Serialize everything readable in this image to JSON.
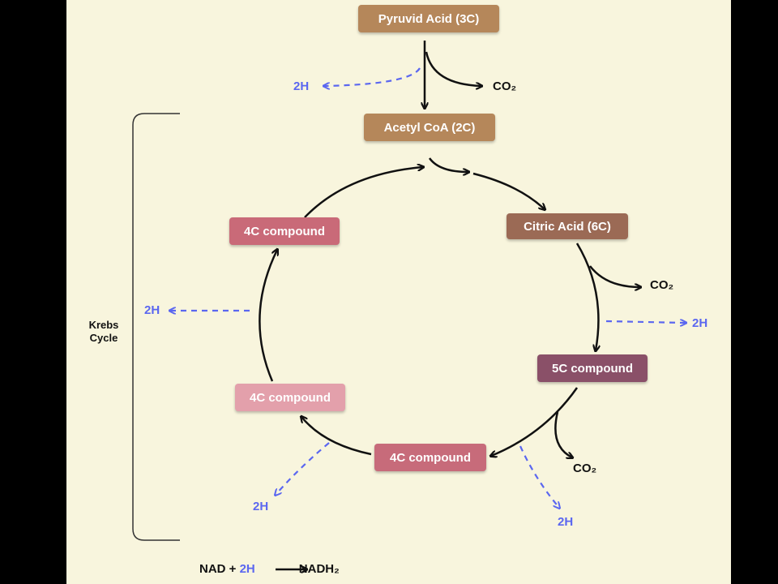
{
  "boxes": {
    "pyruvid": {
      "label": "Pyruvid Acid (3C)",
      "color": "#b5875a"
    },
    "acetyl": {
      "label": "Acetyl CoA (2C)",
      "color": "#b5875a"
    },
    "citric": {
      "label": "Citric Acid (6C)",
      "color": "#9b6a55"
    },
    "c5": {
      "label": "5C compound",
      "color": "#8a5068"
    },
    "c4_bottom": {
      "label": "4C compound",
      "color": "#c76b7a"
    },
    "c4_left": {
      "label": "4C compound",
      "color": "#e3a0ab"
    },
    "c4_topleft": {
      "label": "4C compound",
      "color": "#c96a78"
    }
  },
  "labels": {
    "co2": "CO₂",
    "h2": "2H"
  },
  "bracket_label_line1": "Krebs",
  "bracket_label_line2": "Cycle",
  "equation": {
    "nad": "NAD + ",
    "h2": "2H",
    "nadh2": "NADH₂"
  },
  "colors": {
    "background": "#f8f5dd",
    "frame": "#000000",
    "dashed_arrow": "#5b67f0",
    "arrow": "#111111"
  }
}
